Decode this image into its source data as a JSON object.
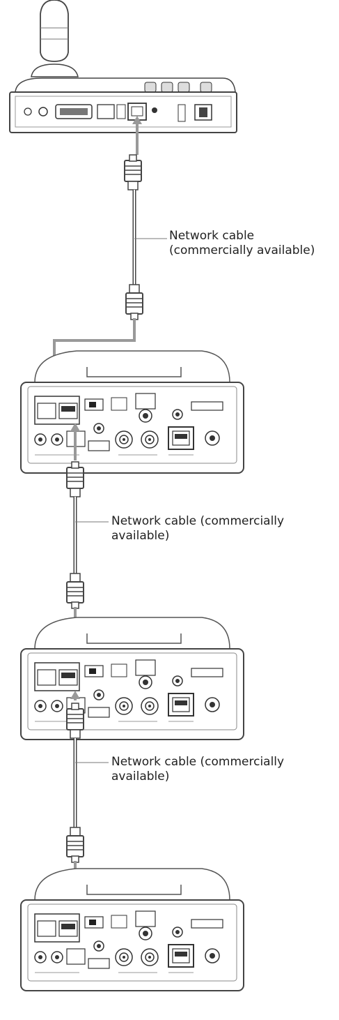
{
  "cable_labels": [
    {
      "line1": "Network cable",
      "line2": "(commercially available)"
    },
    {
      "line1": "Network cable (commercially",
      "line2": "available)"
    },
    {
      "line1": "Network cable (commercially",
      "line2": "available)"
    }
  ]
}
